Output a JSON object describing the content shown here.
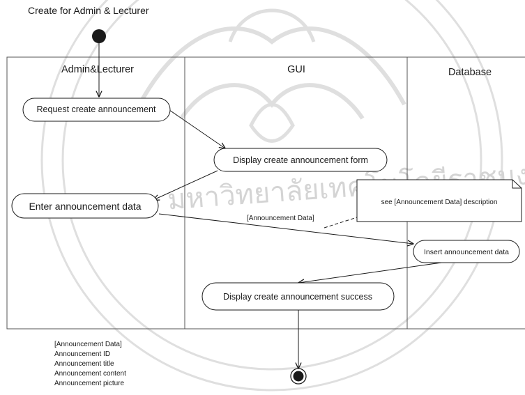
{
  "diagram": {
    "title": "Create for Admin & Lecturer",
    "swimlanes": [
      {
        "id": "admin",
        "label": "Admin&Lecturer"
      },
      {
        "id": "gui",
        "label": "GUI"
      },
      {
        "id": "db",
        "label": "Database"
      }
    ],
    "activities": [
      {
        "id": "request",
        "label": "Request create announcement"
      },
      {
        "id": "display_form",
        "label": "Display create announcement form"
      },
      {
        "id": "enter",
        "label": "Enter announcement data"
      },
      {
        "id": "insert",
        "label": "Insert announcement data"
      },
      {
        "id": "success",
        "label": "Display create announcement success"
      }
    ],
    "note": "see [Announcement Data] description",
    "flow_label": "[Announcement Data]",
    "data_object": {
      "lines": [
        "[Announcement Data]",
        "Announcement ID",
        "Announcement title",
        "Announcement content",
        "Announcement picture"
      ]
    },
    "watermark": "มหาวิทยาลัยเทคโนโลยีราชมงคลพระนคร"
  }
}
